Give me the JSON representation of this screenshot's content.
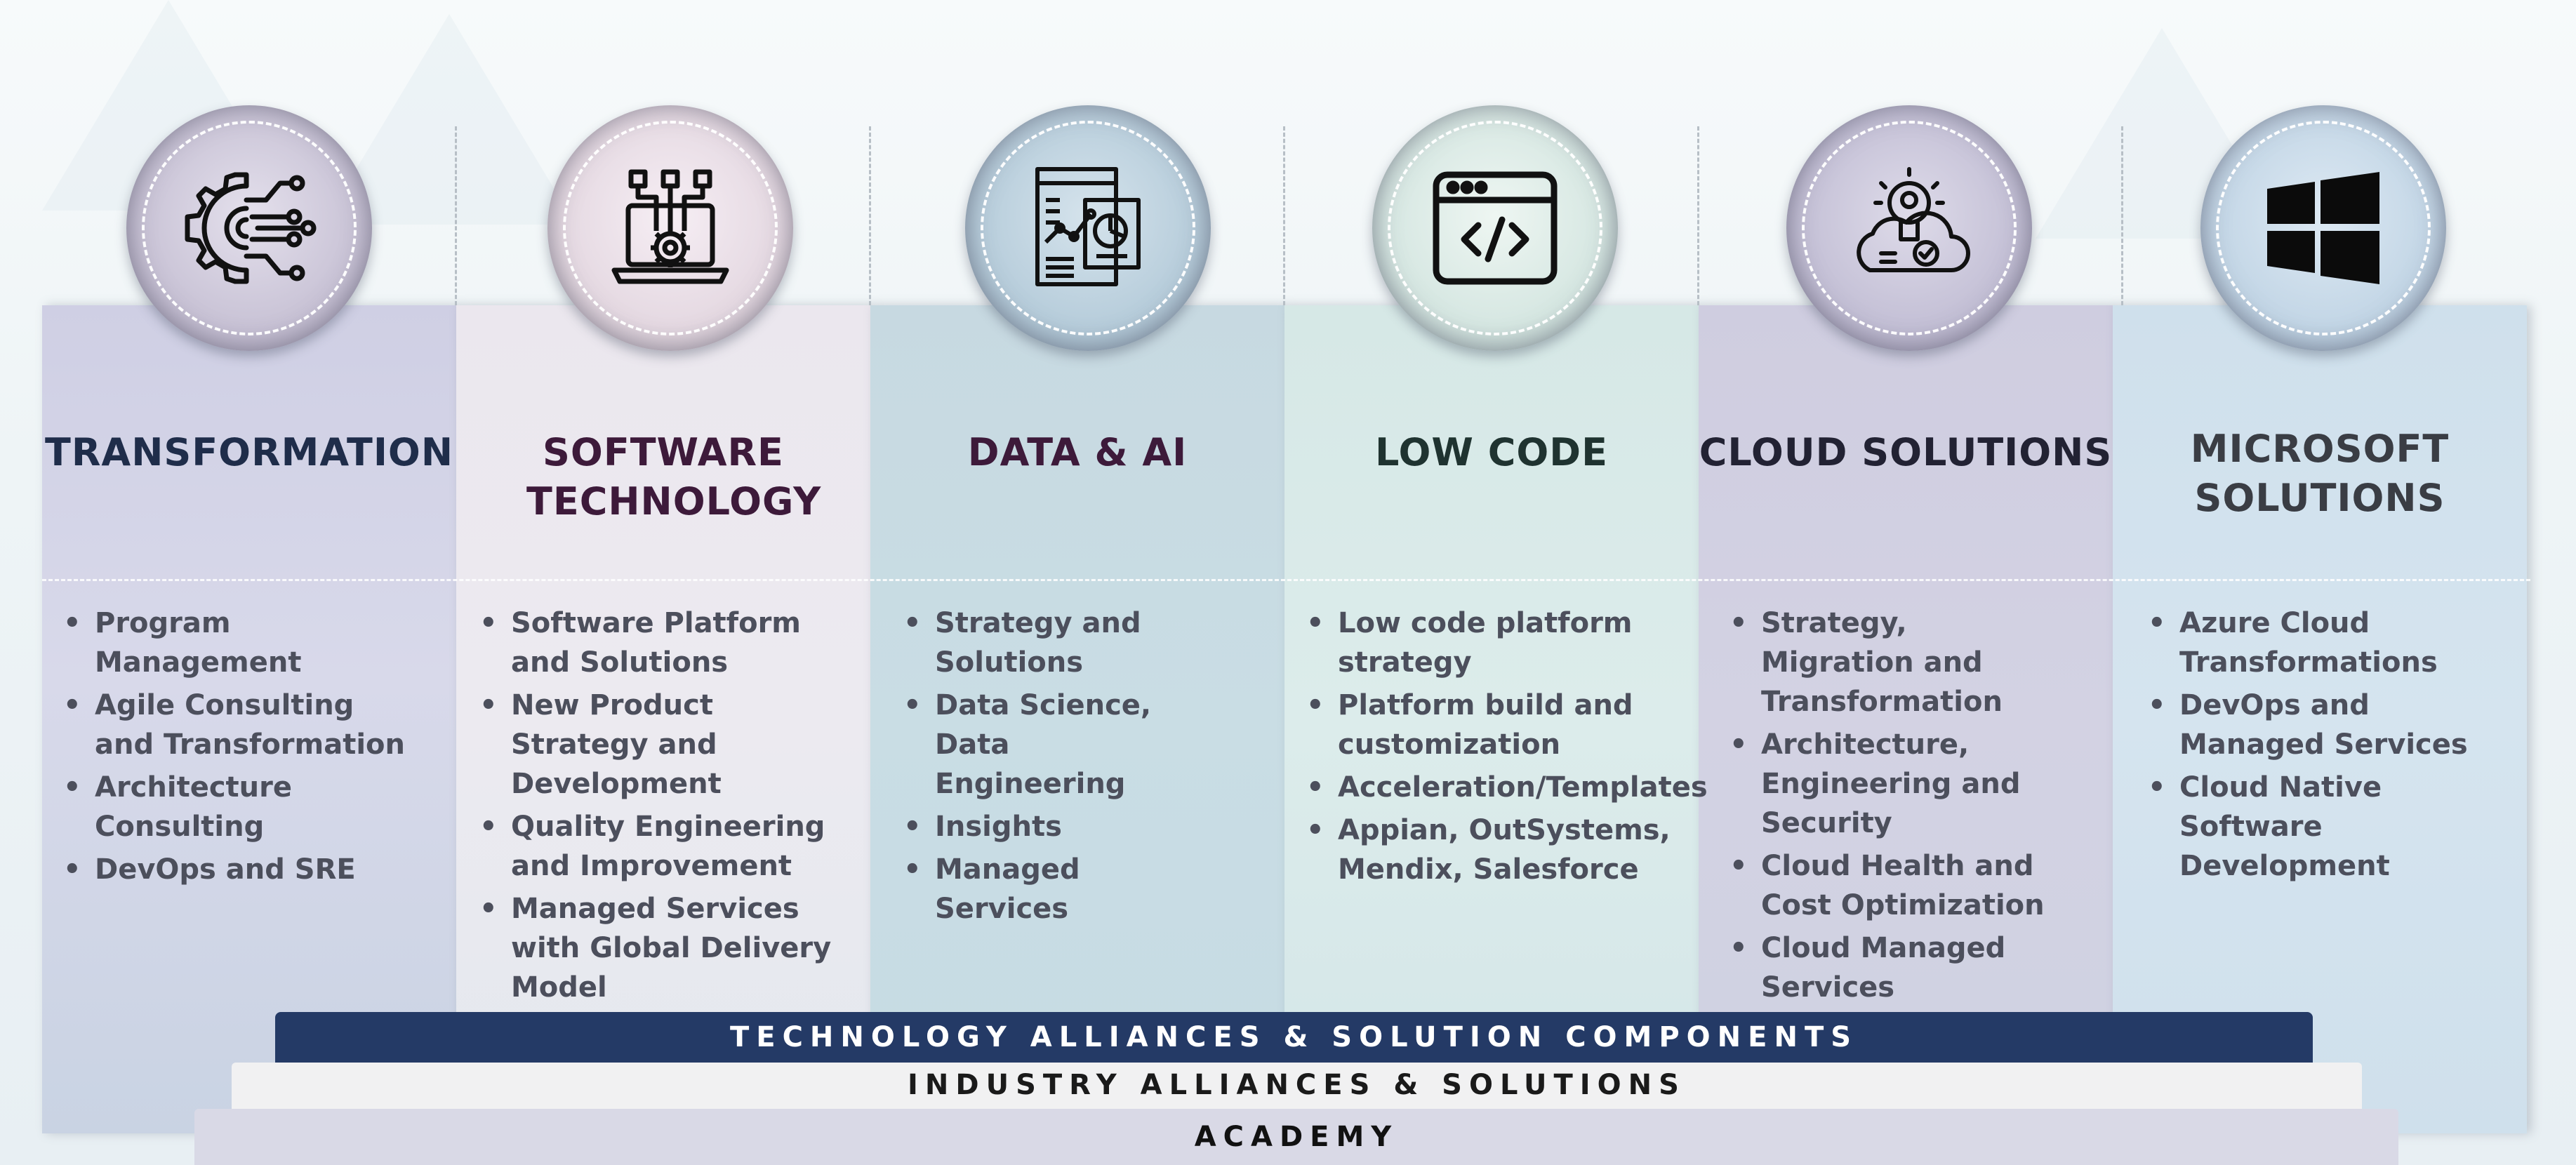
{
  "columns": [
    {
      "title": "TRANSFORMATION",
      "icon": "gear-circuit-icon",
      "title_color": "#1f2d4a",
      "items": [
        "Program Management",
        "Agile Consulting and Transformation",
        "Architecture Consulting",
        "DevOps and SRE"
      ]
    },
    {
      "title": "SOFTWARE TECHNOLOGY",
      "icon": "laptop-gear-icon",
      "title_color": "#3d1a3a",
      "items": [
        "Software Platform and Solutions",
        "New Product Strategy and Development",
        "Quality Engineering and Improvement",
        "Managed Services with Global Delivery Model"
      ]
    },
    {
      "title": "DATA & AI",
      "icon": "data-analytics-icon",
      "title_color": "#3d1a3a",
      "items": [
        "Strategy and Solutions",
        "Data Science, Data Engineering",
        "Insights",
        "Managed Services"
      ]
    },
    {
      "title": "LOW CODE",
      "icon": "code-window-icon",
      "title_color": "#1f3330",
      "items": [
        "Low code platform strategy",
        "Platform build and customization",
        "Acceleration/Templates",
        "Appian, OutSystems, Mendix, Salesforce"
      ]
    },
    {
      "title": "CLOUD SOLUTIONS",
      "icon": "cloud-bulb-icon",
      "title_color": "#222233",
      "items": [
        "Strategy, Migration and Transformation",
        "Architecture, Engineering and Security",
        "Cloud Health and Cost Optimization",
        "Cloud Managed Services"
      ]
    },
    {
      "title": "MICROSOFT SOLUTIONS",
      "icon": "windows-logo-icon",
      "title_color": "#3a3d44",
      "items": [
        "Azure Cloud Transformations",
        "DevOps and Managed Services",
        "Cloud Native Software Development"
      ]
    }
  ],
  "bands": {
    "technology": "TECHNOLOGY ALLIANCES & SOLUTION COMPONENTS",
    "industry": "INDUSTRY ALLIANCES & SOLUTIONS",
    "academy": "ACADEMY"
  },
  "colors": {
    "band_dark": "#243a66",
    "band_light": "#f1f1f2",
    "band_academy": "#d9d9e6"
  }
}
